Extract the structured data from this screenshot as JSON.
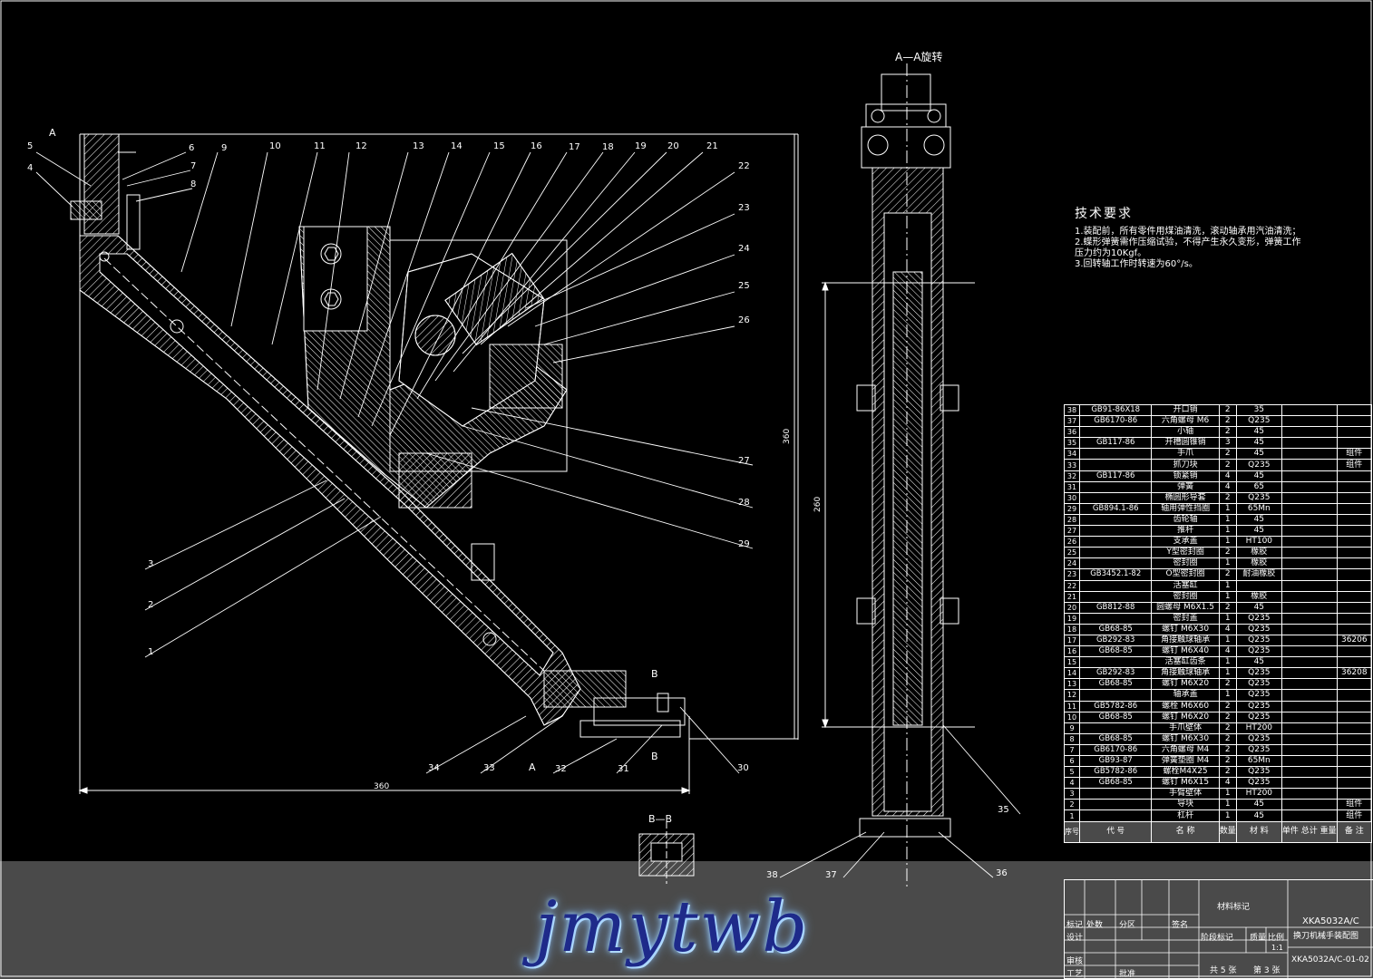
{
  "section_label": "A—A旋转",
  "view_label_bb": "B—B",
  "labels_left": {
    "A_top": "A",
    "A_bottom": "A",
    "B_top": "B",
    "B_bottom": "B"
  },
  "dimensions": {
    "width": "360",
    "height": "360",
    "slide": "260"
  },
  "part_numbers": [
    "1",
    "2",
    "3",
    "4",
    "5",
    "6",
    "7",
    "8",
    "9",
    "10",
    "11",
    "12",
    "13",
    "14",
    "15",
    "16",
    "17",
    "18",
    "19",
    "20",
    "21",
    "22",
    "23",
    "24",
    "25",
    "26",
    "27",
    "28",
    "29",
    "30",
    "31",
    "32",
    "33",
    "34",
    "35",
    "36",
    "37",
    "38"
  ],
  "tech_requirements": {
    "title": "技术要求",
    "items": [
      "1.装配前，所有零件用煤油清洗，滚动轴承用汽油清洗；",
      "2.蝶形弹簧需作压缩试验，不得产生永久变形，弹簧工作",
      "   压力约为10Kgf。",
      "3.回转轴工作时转速为60°/s。"
    ]
  },
  "bom": [
    [
      "38",
      "GB91-86X18",
      "开口销",
      "2",
      "35",
      "",
      ""
    ],
    [
      "37",
      "GB6170-86",
      "六角螺母 M6",
      "2",
      "Q235",
      "",
      ""
    ],
    [
      "36",
      "",
      "小轴",
      "2",
      "45",
      "",
      ""
    ],
    [
      "35",
      "GB117-86",
      "开槽圆锥销",
      "3",
      "45",
      "",
      ""
    ],
    [
      "34",
      "",
      "手爪",
      "2",
      "45",
      "",
      "组件"
    ],
    [
      "33",
      "",
      "抓刀块",
      "2",
      "Q235",
      "",
      "组件"
    ],
    [
      "32",
      "GB117-86",
      "锁紧销",
      "4",
      "45",
      "",
      ""
    ],
    [
      "31",
      "",
      "弹簧",
      "4",
      "65",
      "",
      ""
    ],
    [
      "30",
      "",
      "椭圆形导套",
      "2",
      "Q235",
      "",
      ""
    ],
    [
      "29",
      "GB894.1-86",
      "轴用弹性挡圈",
      "1",
      "65Mn",
      "",
      ""
    ],
    [
      "28",
      "",
      "齿轮轴",
      "1",
      "45",
      "",
      ""
    ],
    [
      "27",
      "",
      "推杆",
      "1",
      "45",
      "",
      ""
    ],
    [
      "26",
      "",
      "支承盖",
      "1",
      "HT100",
      "",
      ""
    ],
    [
      "25",
      "",
      "Y型密封圈",
      "2",
      "橡胶",
      "",
      ""
    ],
    [
      "24",
      "",
      "密封圈",
      "1",
      "橡胶",
      "",
      ""
    ],
    [
      "23",
      "GB3452.1-82",
      "O型密封圈",
      "2",
      "耐油橡胶",
      "",
      ""
    ],
    [
      "22",
      "",
      "活塞缸",
      "1",
      "",
      "",
      ""
    ],
    [
      "21",
      "",
      "密封圈",
      "1",
      "橡胶",
      "",
      ""
    ],
    [
      "20",
      "GB812-88",
      "圆螺母 M6X1.5",
      "2",
      "45",
      "",
      ""
    ],
    [
      "19",
      "",
      "密封盖",
      "1",
      "Q235",
      "",
      ""
    ],
    [
      "18",
      "GB68-85",
      "螺钉 M6X30",
      "4",
      "Q235",
      "",
      ""
    ],
    [
      "17",
      "GB292-83",
      "角接触球轴承",
      "1",
      "Q235",
      "",
      "36206"
    ],
    [
      "16",
      "GB68-85",
      "螺钉 M6X40",
      "4",
      "Q235",
      "",
      ""
    ],
    [
      "15",
      "",
      "活塞缸齿条",
      "1",
      "45",
      "",
      ""
    ],
    [
      "14",
      "GB292-83",
      "角接触球轴承",
      "1",
      "Q235",
      "",
      "36208"
    ],
    [
      "13",
      "GB68-85",
      "螺钉 M6X20",
      "2",
      "Q235",
      "",
      ""
    ],
    [
      "12",
      "",
      "轴承盖",
      "1",
      "Q235",
      "",
      ""
    ],
    [
      "11",
      "GB5782-86",
      "螺栓 M6X60",
      "2",
      "Q235",
      "",
      ""
    ],
    [
      "10",
      "GB68-85",
      "螺钉 M6X20",
      "2",
      "Q235",
      "",
      ""
    ],
    [
      "9",
      "",
      "手爪壁体",
      "2",
      "HT200",
      "",
      ""
    ],
    [
      "8",
      "GB68-85",
      "螺钉 M6X30",
      "2",
      "Q235",
      "",
      ""
    ],
    [
      "7",
      "GB6170-86",
      "六角螺母 M4",
      "2",
      "Q235",
      "",
      ""
    ],
    [
      "6",
      "GB93-87",
      "弹簧垫圈 M4",
      "2",
      "65Mn",
      "",
      ""
    ],
    [
      "5",
      "GB5782-86",
      "螺栓M4X25",
      "2",
      "Q235",
      "",
      ""
    ],
    [
      "4",
      "GB68-85",
      "螺钉 M6X15",
      "4",
      "Q235",
      "",
      ""
    ],
    [
      "3",
      "",
      "手臂壁体",
      "1",
      "HT200",
      "",
      ""
    ],
    [
      "2",
      "",
      "导块",
      "1",
      "45",
      "",
      "组件"
    ],
    [
      "1",
      "",
      "杠杆",
      "1",
      "45",
      "",
      "组件"
    ]
  ],
  "bom_header": [
    "序号",
    "代 号",
    "名 称",
    "数量",
    "材 料",
    "单件 总计 重量",
    "备 注"
  ],
  "title_block": {
    "material_mark": "材料标记",
    "drawing_code": "XKA5032A/C",
    "drawing_name": "换刀机械手装配图",
    "drawing_no": "XKA5032A/C-01-02",
    "stage_mark": "阶段标记",
    "weight": "质量",
    "scale_label": "比例",
    "scale": "1:1",
    "sheets_total": "共 5 张",
    "sheet_no": "第 3 张",
    "design": "设计",
    "check": "审核",
    "process": "工艺",
    "approve": "批准",
    "mark": "标记",
    "count": "处数",
    "zone": "分区",
    "signature": "签名"
  },
  "watermark": "jmytwb"
}
